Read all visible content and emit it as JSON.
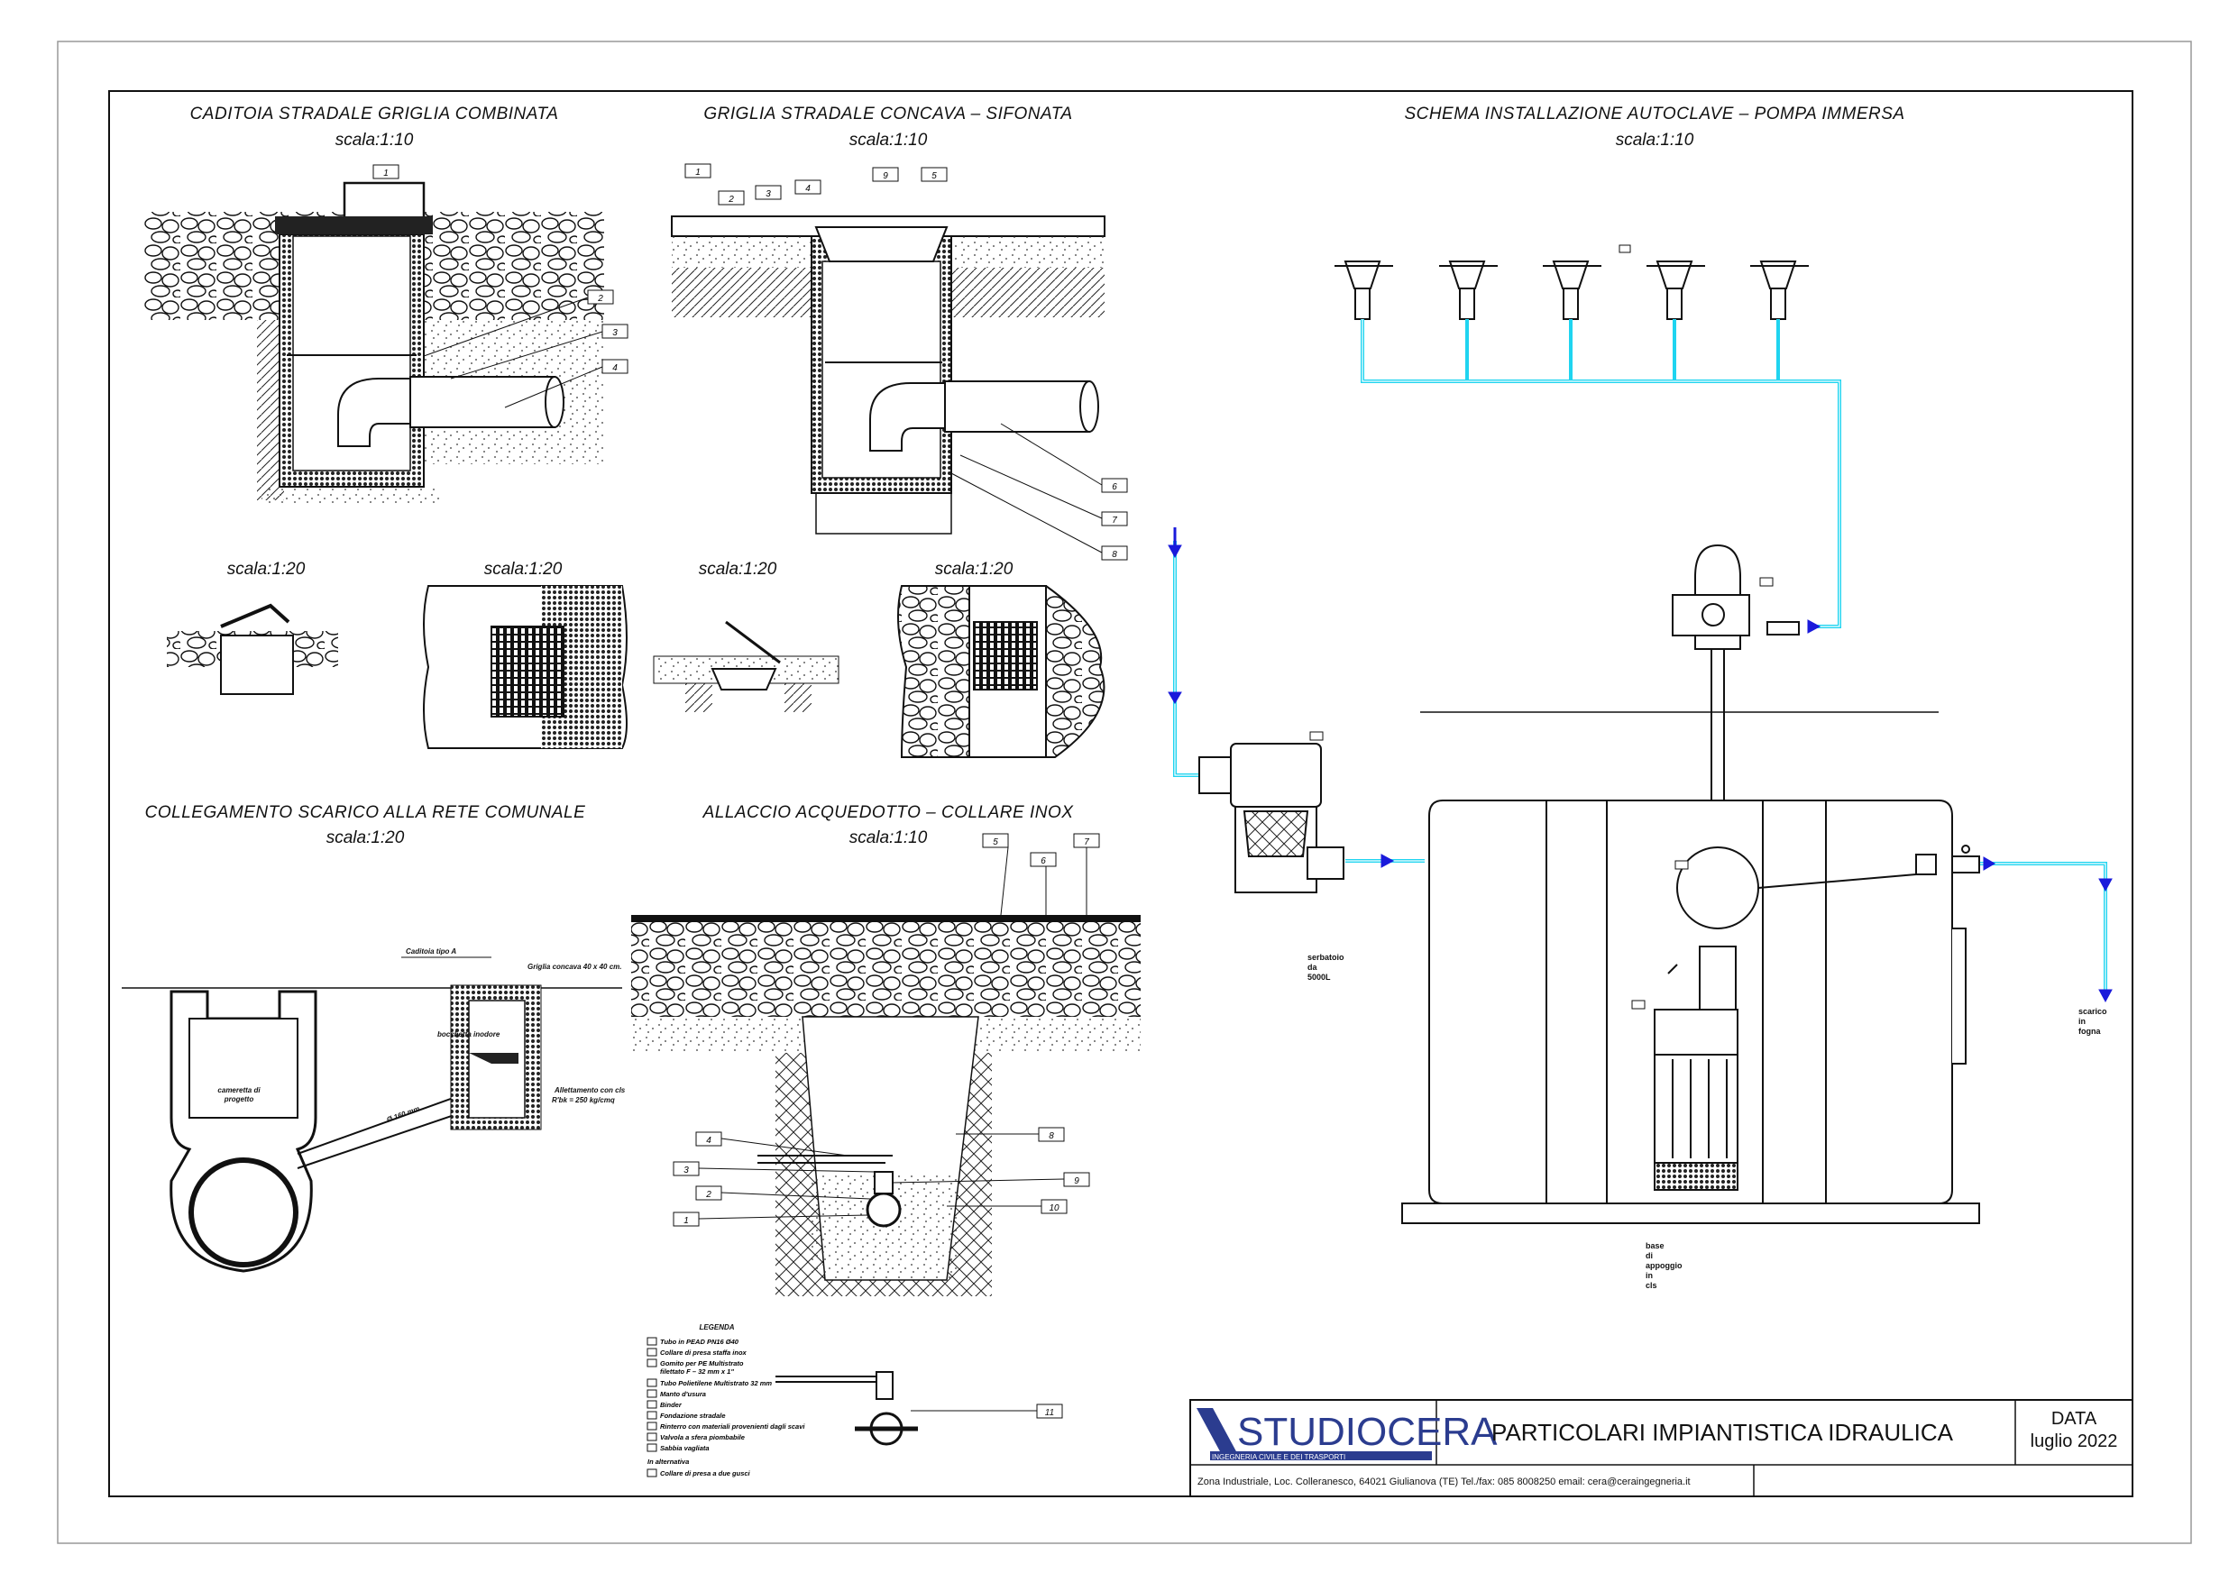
{
  "sections": {
    "caditoia": {
      "title": "CADITOIA STRADALE GRIGLIA COMBINATA",
      "scale": "scala:1:10",
      "callouts": [
        "1",
        "2",
        "3",
        "4"
      ]
    },
    "griglia": {
      "title": "GRIGLIA STRADALE CONCAVA – SIFONATA",
      "scale": "scala:1:10",
      "callouts": [
        "1",
        "2",
        "3",
        "4",
        "9",
        "5",
        "6",
        "7",
        "8"
      ]
    },
    "autoclave": {
      "title": "SCHEMA INSTALLAZIONE AUTOCLAVE – POMPA IMMERSA",
      "scale": "scala:1:10"
    },
    "details": {
      "scales": [
        "scala:1:20",
        "scala:1:20",
        "scala:1:20",
        "scala:1:20"
      ]
    },
    "collegamento": {
      "title": "COLLEGAMENTO SCARICO ALLA RETE COMUNALE",
      "scale": "scala:1:20",
      "labels": {
        "caditoia": "Caditoia tipo A",
        "griglia": "Griglia concava 40 x 40 cm.",
        "bocchetta": "bocchetta inodore",
        "allettamento": "Allettamento con cls",
        "rck": "R'bk = 250 kg/cmq",
        "cameretta1": "cameretta di",
        "cameretta2": "progetto",
        "diametro": "Ø 160 mm."
      }
    },
    "allaccio": {
      "title": "ALLACCIO ACQUEDOTTO – COLLARE INOX",
      "scale": "scala:1:10",
      "callouts": [
        "5",
        "6",
        "7",
        "8",
        "4",
        "3",
        "2",
        "1",
        "9",
        "10"
      ]
    }
  },
  "legenda": {
    "title": "LEGENDA",
    "items": [
      "Tubo in PEAD PN16 Ø40",
      "Collare di presa staffa inox",
      "Gomito per PE Multistrato",
      "filettato F – 32 mm x 1\"",
      "Tubo Polietilene Multistrato 32 mm",
      "Manto d'usura",
      "Binder",
      "Fondazione stradale",
      "Rinterro con materiali provenienti dagli scavi",
      "Valvola a sfera piombabile",
      "Sabbia vagliata",
      "In alternativa",
      "Collare di presa a due gusci"
    ],
    "callout": "11"
  },
  "autoclave_labels": {
    "serbatoio": [
      "serbatoio",
      "da",
      "5000L"
    ],
    "base": [
      "base",
      "di",
      "appoggio",
      "in",
      "cls"
    ],
    "scarico": [
      "scarico",
      "in",
      "fogna"
    ]
  },
  "title_block": {
    "logo_main": "STUDIOCERA",
    "logo_sub": "INGEGNERIA CIVILE E DEI TRASPORTI",
    "drawing_title": "PARTICOLARI IMPIANTISTICA IDRAULICA",
    "date_label": "DATA",
    "date_value": "luglio 2022",
    "address": "Zona Industriale, Loc. Colleranesco, 64021 Giulianova (TE) Tel./fax: 085 8008250 email: cera@ceraingegneria.it"
  },
  "colors": {
    "pipe": "#1fd4f0",
    "flow_arrow": "#1a1adb",
    "line": "#111111",
    "logo_blue": "#2b3c8f"
  }
}
